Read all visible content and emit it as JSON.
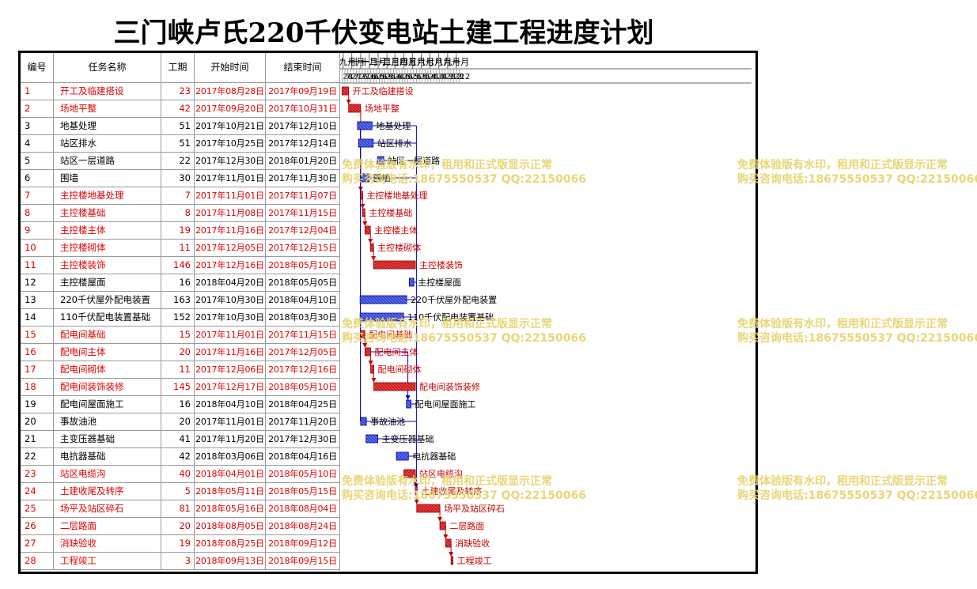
{
  "title": "三门峡卢氏220千伏变电站土建工程进度计划",
  "columns": [
    "编号",
    "任务名称",
    "工期",
    "开始时间",
    "结束时间"
  ],
  "watermark": {
    "line1": "免费体验版有水印，租用和正式版显示正常",
    "line2": "购买咨询电话:18675550537 QQ:22150066"
  },
  "colors": {
    "critical": "#e04040",
    "normal": "#3344cc",
    "link": "#0000cc"
  },
  "chart_data": {
    "type": "gantt",
    "month_labels": [
      "九月",
      "十月",
      "十一月",
      "十二月",
      "一月",
      "二月",
      "三月",
      "四月",
      "五月",
      "六月",
      "七月",
      "八月",
      "九月",
      "十月"
    ],
    "day_ticks": [
      "28",
      "7",
      "17",
      "27",
      "7",
      "17",
      "27",
      "6",
      "16",
      "26",
      "6",
      "16",
      "26",
      "5",
      "15",
      "25",
      "4",
      "14",
      "24",
      "6",
      "16",
      "26",
      "5",
      "15",
      "25",
      "5",
      "15",
      "25",
      "4",
      "14",
      "24",
      "4",
      "14",
      "24",
      "3",
      "13",
      "23",
      "2",
      "12",
      "22",
      "2",
      "12"
    ],
    "tasks": [
      {
        "id": "1",
        "name": "开工及临建搭设",
        "dur": "23",
        "start": "2017年08月28日",
        "end": "2017年09月19日",
        "s": "2017-08-28",
        "e": "2017-09-19",
        "crit": true
      },
      {
        "id": "2",
        "name": "场地平整",
        "dur": "42",
        "start": "2017年09月20日",
        "end": "2017年10月31日",
        "s": "2017-09-20",
        "e": "2017-10-31",
        "crit": true
      },
      {
        "id": "3",
        "name": "地基处理",
        "dur": "51",
        "start": "2017年10月21日",
        "end": "2017年12月10日",
        "s": "2017-10-21",
        "e": "2017-12-10",
        "crit": false
      },
      {
        "id": "4",
        "name": "站区排水",
        "dur": "51",
        "start": "2017年10月25日",
        "end": "2017年12月14日",
        "s": "2017-10-25",
        "e": "2017-12-14",
        "crit": false
      },
      {
        "id": "5",
        "name": "站区一层道路",
        "dur": "22",
        "start": "2017年12月30日",
        "end": "2018年01月20日",
        "s": "2017-12-30",
        "e": "2018-01-20",
        "crit": false
      },
      {
        "id": "6",
        "name": "围墙",
        "dur": "30",
        "start": "2017年11月01日",
        "end": "2017年11月30日",
        "s": "2017-11-01",
        "e": "2017-11-30",
        "crit": false
      },
      {
        "id": "7",
        "name": "主控楼地基处理",
        "dur": "7",
        "start": "2017年11月01日",
        "end": "2017年11月07日",
        "s": "2017-11-01",
        "e": "2017-11-07",
        "crit": true
      },
      {
        "id": "8",
        "name": "主控楼基础",
        "dur": "8",
        "start": "2017年11月08日",
        "end": "2017年11月15日",
        "s": "2017-11-08",
        "e": "2017-11-15",
        "crit": true
      },
      {
        "id": "9",
        "name": "主控楼主体",
        "dur": "19",
        "start": "2017年11月16日",
        "end": "2017年12月04日",
        "s": "2017-11-16",
        "e": "2017-12-04",
        "crit": true
      },
      {
        "id": "10",
        "name": "主控楼砌体",
        "dur": "11",
        "start": "2017年12月05日",
        "end": "2017年12月15日",
        "s": "2017-12-05",
        "e": "2017-12-15",
        "crit": true
      },
      {
        "id": "11",
        "name": "主控楼装饰",
        "dur": "146",
        "start": "2017年12月16日",
        "end": "2018年05月10日",
        "s": "2017-12-16",
        "e": "2018-05-10",
        "crit": true
      },
      {
        "id": "12",
        "name": "主控楼屋面",
        "dur": "16",
        "start": "2018年04月20日",
        "end": "2018年05月05日",
        "s": "2018-04-20",
        "e": "2018-05-05",
        "crit": false
      },
      {
        "id": "13",
        "name": "220千伏屋外配电装置",
        "dur": "163",
        "start": "2017年10月30日",
        "end": "2018年04月10日",
        "s": "2017-10-30",
        "e": "2018-04-10",
        "crit": false
      },
      {
        "id": "14",
        "name": "110千伏配电装置基础",
        "dur": "152",
        "start": "2017年10月30日",
        "end": "2018年03月30日",
        "s": "2017-10-30",
        "e": "2018-03-30",
        "crit": false
      },
      {
        "id": "15",
        "name": "配电间基础",
        "dur": "15",
        "start": "2017年11月01日",
        "end": "2017年11月15日",
        "s": "2017-11-01",
        "e": "2017-11-15",
        "crit": true
      },
      {
        "id": "16",
        "name": "配电间主体",
        "dur": "20",
        "start": "2017年11月16日",
        "end": "2017年12月05日",
        "s": "2017-11-16",
        "e": "2017-12-05",
        "crit": true
      },
      {
        "id": "17",
        "name": "配电间砌体",
        "dur": "11",
        "start": "2017年12月06日",
        "end": "2017年12月16日",
        "s": "2017-12-06",
        "e": "2017-12-16",
        "crit": true
      },
      {
        "id": "18",
        "name": "配电间装饰装修",
        "dur": "145",
        "start": "2017年12月17日",
        "end": "2018年05月10日",
        "s": "2017-12-17",
        "e": "2018-05-10",
        "crit": true
      },
      {
        "id": "19",
        "name": "配电间屋面施工",
        "dur": "16",
        "start": "2018年04月10日",
        "end": "2018年04月25日",
        "s": "2018-04-10",
        "e": "2018-04-25",
        "crit": false
      },
      {
        "id": "20",
        "name": "事故油池",
        "dur": "20",
        "start": "2017年11月01日",
        "end": "2017年11月20日",
        "s": "2017-11-01",
        "e": "2017-11-20",
        "crit": false
      },
      {
        "id": "21",
        "name": "主变压器基础",
        "dur": "41",
        "start": "2017年11月20日",
        "end": "2017年12月30日",
        "s": "2017-11-20",
        "e": "2017-12-30",
        "crit": false
      },
      {
        "id": "22",
        "name": "电抗器基础",
        "dur": "42",
        "start": "2018年03月06日",
        "end": "2018年04月16日",
        "s": "2018-03-06",
        "e": "2018-04-16",
        "crit": false
      },
      {
        "id": "23",
        "name": "站区电缆沟",
        "dur": "40",
        "start": "2018年04月01日",
        "end": "2018年05月10日",
        "s": "2018-04-01",
        "e": "2018-05-10",
        "crit": true
      },
      {
        "id": "24",
        "name": "土建收尾及转序",
        "dur": "5",
        "start": "2018年05月11日",
        "end": "2018年05月15日",
        "s": "2018-05-11",
        "e": "2018-05-15",
        "crit": true
      },
      {
        "id": "25",
        "name": "场平及站区碎石",
        "dur": "81",
        "start": "2018年05月16日",
        "end": "2018年08月04日",
        "s": "2018-05-16",
        "e": "2018-08-04",
        "crit": true
      },
      {
        "id": "26",
        "name": "二层路面",
        "dur": "20",
        "start": "2018年08月05日",
        "end": "2018年08月24日",
        "s": "2018-08-05",
        "e": "2018-08-24",
        "crit": true
      },
      {
        "id": "27",
        "name": "消缺验收",
        "dur": "19",
        "start": "2018年08月25日",
        "end": "2018年09月12日",
        "s": "2018-08-25",
        "e": "2018-09-12",
        "crit": true
      },
      {
        "id": "28",
        "name": "工程竣工",
        "dur": "3",
        "start": "2018年09月13日",
        "end": "2018年09月15日",
        "s": "2018-09-13",
        "e": "2018-09-15",
        "crit": true
      }
    ]
  }
}
